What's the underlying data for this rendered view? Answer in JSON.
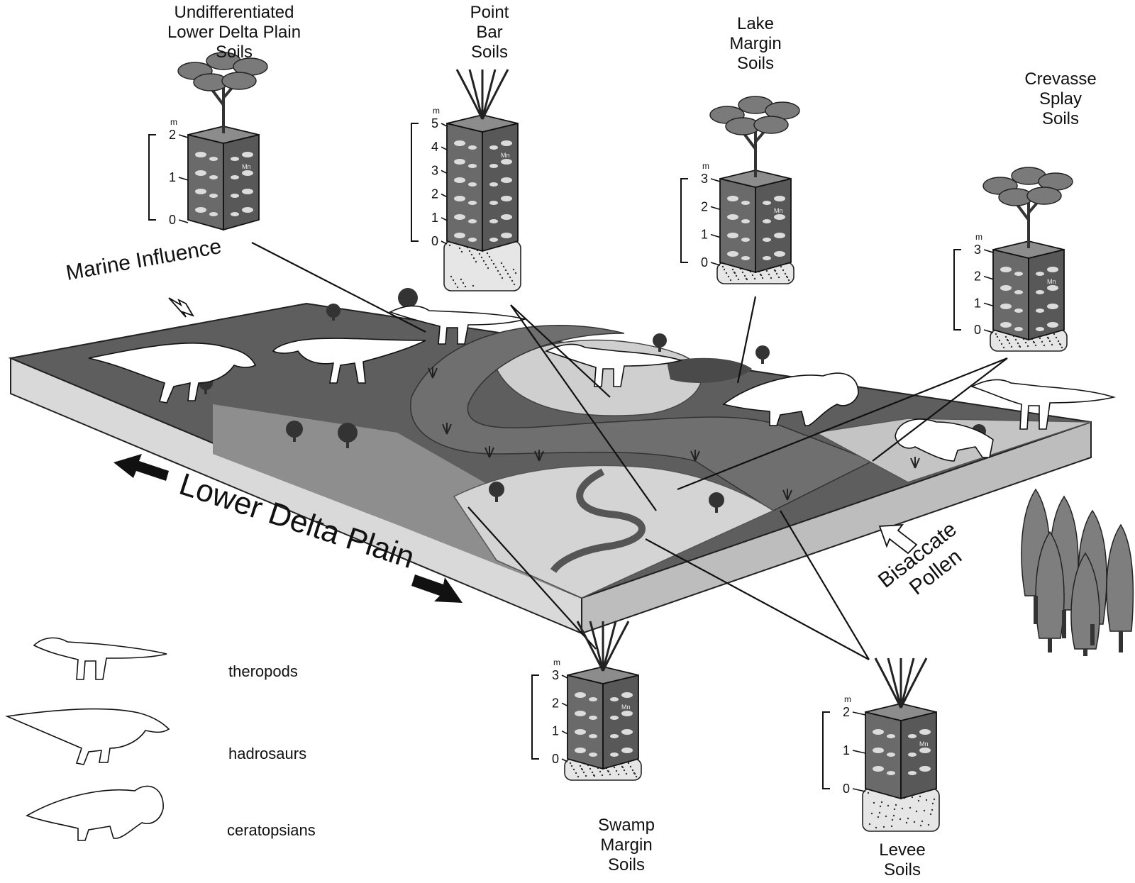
{
  "labels": {
    "undiff": [
      "Undifferentiated",
      "Lower Delta Plain",
      "Soils"
    ],
    "pointbar": [
      "Point",
      "Bar",
      "Soils"
    ],
    "lake": [
      "Lake",
      "Margin",
      "Soils"
    ],
    "crevasse": [
      "Crevasse",
      "Splay",
      "Soils"
    ],
    "swamp": [
      "Swamp",
      "Margin",
      "Soils"
    ],
    "levee": [
      "Levee",
      "Soils"
    ]
  },
  "region_labels": {
    "marine": "Marine Influence",
    "lower_delta": "Lower Delta Plain",
    "bisaccate_1": "Bisaccate",
    "bisaccate_2": "Pollen"
  },
  "unit": "m",
  "columns": {
    "undiff": [
      "2",
      "1",
      "0"
    ],
    "pointbar": [
      "5",
      "4",
      "3",
      "2",
      "1",
      "0"
    ],
    "lake": [
      "3",
      "2",
      "1",
      "0"
    ],
    "crevasse": [
      "3",
      "2",
      "1",
      "0"
    ],
    "swamp": [
      "3",
      "2",
      "1",
      "0"
    ],
    "levee": [
      "2",
      "1",
      "0"
    ]
  },
  "column_glyph": "Mn",
  "legend": {
    "theropods": "theropods",
    "hadrosaurs": "hadrosaurs",
    "ceratopsians": "ceratopsians"
  },
  "colors": {
    "dark_ground": "#5c5c5c",
    "mid_ground": "#8a8a8a",
    "light_ground": "#c9c9c9",
    "water": "#767676",
    "slab_edge": "#d4d4d4",
    "tree": "#7a7a7a"
  }
}
